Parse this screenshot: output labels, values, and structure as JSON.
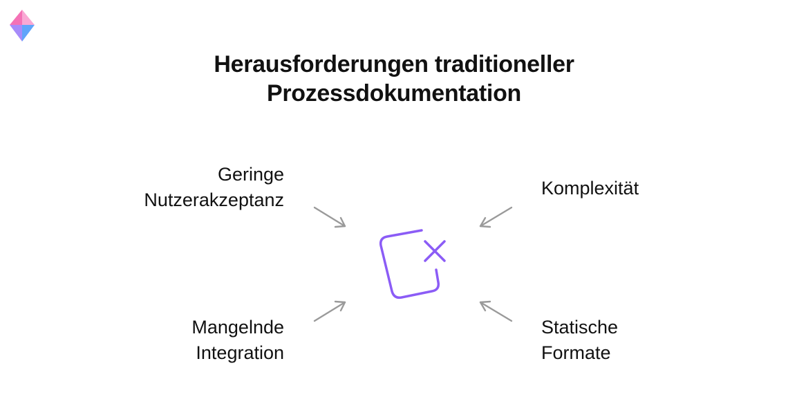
{
  "title": {
    "line1": "Herausforderungen traditioneller",
    "line2": "Prozessdokumentation"
  },
  "challenges": {
    "top_left": {
      "line1": "Geringe",
      "line2": "Nutzerakzeptanz"
    },
    "top_right": {
      "line1": "Komplexität"
    },
    "bottom_left": {
      "line1": "Mangelnde",
      "line2": "Integration"
    },
    "bottom_right": {
      "line1": "Statische",
      "line2": "Formate"
    }
  },
  "center_icon": "document-x-icon",
  "colors": {
    "accent": "#8B5CF6",
    "arrow": "#9A9A9A",
    "text": "#111111",
    "logo_top": "#F472B6",
    "logo_bottom": "#60A5FA",
    "logo_mid": "#A78BFA"
  }
}
